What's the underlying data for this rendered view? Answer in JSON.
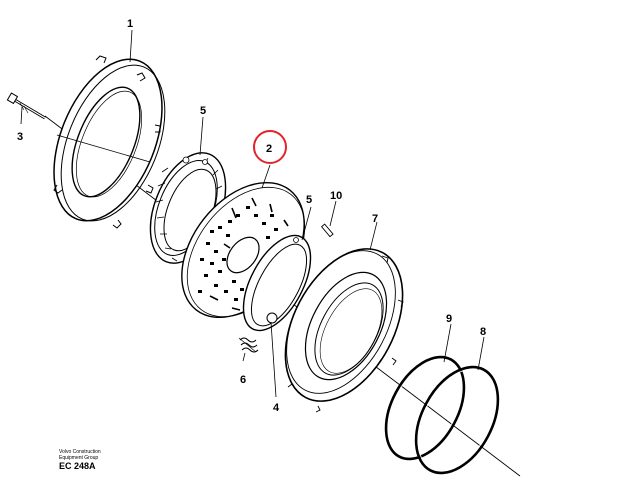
{
  "callouts": {
    "c1": "1",
    "c2": "2",
    "c3": "3",
    "c4": "4",
    "c5a": "5",
    "c5b": "5",
    "c6": "6",
    "c7": "7",
    "c8": "8",
    "c9": "9",
    "c10": "10"
  },
  "stamp": {
    "line1": "Volvo Construction",
    "line2": "Equipment Group",
    "code": "EC 248A"
  },
  "colors": {
    "line": "#000000",
    "highlight": "#e0252b",
    "background": "#ffffff"
  }
}
